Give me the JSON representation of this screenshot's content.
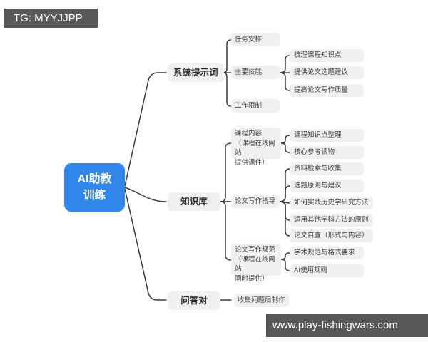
{
  "badges": {
    "tg": "TG: MYYJJPP",
    "site": "www.play-fishingwars.com"
  },
  "root": {
    "label": "AI助教\n训练"
  },
  "branches": [
    {
      "label": "系统提示词",
      "children": [
        {
          "label": "任务安排"
        },
        {
          "label": "主要技能",
          "children": [
            {
              "label": "梳理课程知识点"
            },
            {
              "label": "提供论文选题建议"
            },
            {
              "label": "提高论文写作质量"
            }
          ]
        },
        {
          "label": "工作限制"
        }
      ]
    },
    {
      "label": "知识库",
      "children": [
        {
          "label": "课程内容\n（课程在线网站\n提供课件）",
          "children": [
            {
              "label": "课程知识点整理"
            },
            {
              "label": "核心参考读物"
            }
          ]
        },
        {
          "label": "论文写作指导",
          "children": [
            {
              "label": "资料检索与收集"
            },
            {
              "label": "选题原则与建议"
            },
            {
              "label": "如何实践历史学研究方法"
            },
            {
              "label": "运用其他学科方法的原则"
            },
            {
              "label": "论文自查（形式与内容）"
            }
          ]
        },
        {
          "label": "论文写作规范\n（课程在线网站\n同时提供）",
          "children": [
            {
              "label": "学术规范与格式要求"
            },
            {
              "label": "AI使用规则"
            }
          ]
        }
      ]
    },
    {
      "label": "问答对",
      "children": [
        {
          "label": "收集问题后制作"
        }
      ]
    }
  ],
  "colors": {
    "root_bg": "#3186ea",
    "node_bg": "#f0f0f1",
    "line": "#3b3b3b",
    "badge_bg": "#58585a",
    "text": "#3b3b3b"
  }
}
